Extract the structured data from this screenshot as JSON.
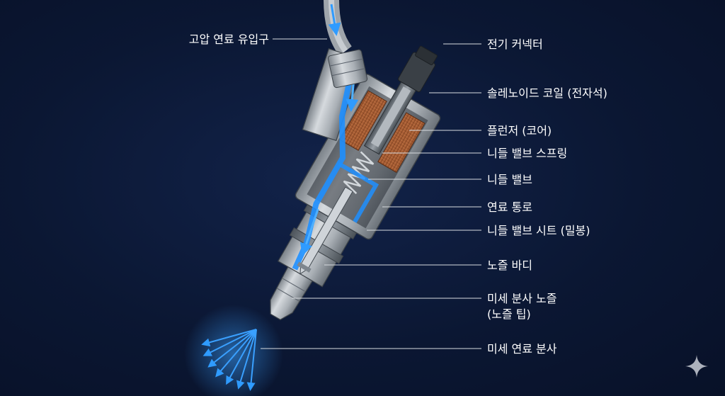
{
  "labels": {
    "fuel_inlet": "고압 연료 유입구",
    "connector": "전기 커넥터",
    "coil": "솔레노이드 코일 (전자석)",
    "plunger": "플런저 (코어)",
    "spring": "니들 밸브 스프링",
    "needle": "니들 밸브",
    "passage": "연료 통로",
    "seat": "니들 밸브 시트 (밀봉)",
    "body": "노즐 바디",
    "tip_line1": "미세 분사 노즐",
    "tip_line2": "(노즐 팁)",
    "spray": "미세 연료 분사"
  },
  "colors": {
    "background": "#0b1733",
    "metal_light": "#c9ced3",
    "metal_dark": "#6f767d",
    "fuel_blue": "#1e8fff",
    "coil_copper": "#b8653a",
    "leader_line": "#d8dce0"
  },
  "icons": {
    "corner": "sparkle-icon"
  }
}
